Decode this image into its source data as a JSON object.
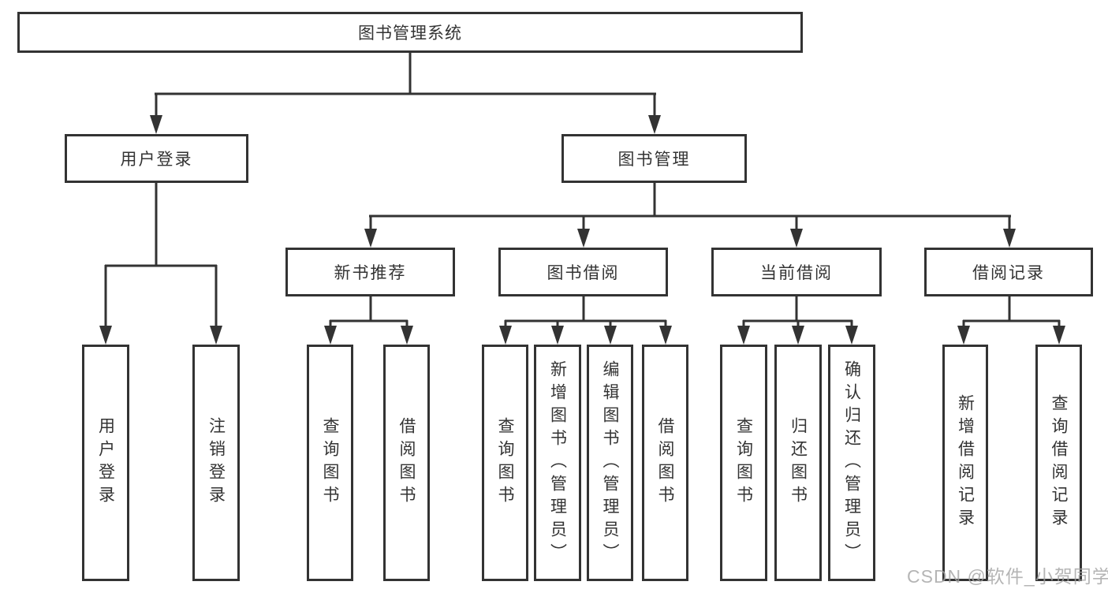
{
  "tree": {
    "root": {
      "label": "图书管理系统",
      "children": [
        {
          "label": "用户登录",
          "children": [
            {
              "label": "用户登录"
            },
            {
              "label": "注销登录"
            }
          ]
        },
        {
          "label": "图书管理",
          "children": [
            {
              "label": "新书推荐",
              "children": [
                {
                  "label": "查询图书"
                },
                {
                  "label": "借阅图书"
                }
              ]
            },
            {
              "label": "图书借阅",
              "children": [
                {
                  "label": "查询图书"
                },
                {
                  "label": "新增图书（管理员）"
                },
                {
                  "label": "编辑图书（管理员）"
                },
                {
                  "label": "借阅图书"
                }
              ]
            },
            {
              "label": "当前借阅",
              "children": [
                {
                  "label": "查询图书"
                },
                {
                  "label": "归还图书"
                },
                {
                  "label": "确认归还（管理员）"
                }
              ]
            },
            {
              "label": "借阅记录",
              "children": [
                {
                  "label": "新增借阅记录"
                },
                {
                  "label": "查询借阅记录"
                }
              ]
            }
          ]
        }
      ]
    }
  },
  "watermark": {
    "text": "CSDN @软件_小贺同学"
  },
  "colors": {
    "line": "#333333",
    "text": "#333333",
    "background": "#ffffff",
    "watermark": "#a3a3a3"
  }
}
